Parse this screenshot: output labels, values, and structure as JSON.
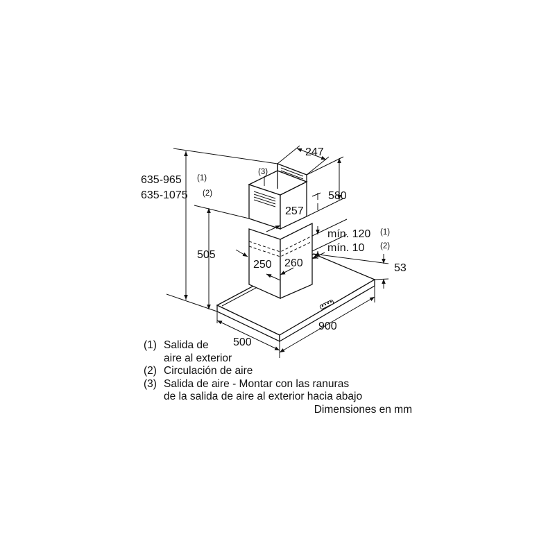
{
  "dimensions": {
    "height_range_1": "635-965",
    "height_range_1_ref": "(1)",
    "height_range_2": "635-1075",
    "height_range_2_ref": "(2)",
    "chimney_depth_top": "247",
    "chimney_height_upper": "580",
    "chimney_width_upper": "257",
    "hood_top_height": "505",
    "chimney_width_lower": "250",
    "chimney_depth_lower": "260",
    "gap_min_1": "mín. 120",
    "gap_min_1_ref": "(1)",
    "gap_min_2": "mín. 10",
    "gap_min_2_ref": "(2)",
    "canopy_thickness": "53",
    "width": "900",
    "depth": "500",
    "outlet_callout": "(3)"
  },
  "legend": [
    {
      "num": "(1)",
      "lines": [
        "Salida de",
        "aire al exterior"
      ]
    },
    {
      "num": "(2)",
      "lines": [
        "Circulación de aire"
      ]
    },
    {
      "num": "(3)",
      "lines": [
        "Salida de aire - Montar con las ranuras",
        "de la salida de aire al exterior hacia abajo"
      ]
    }
  ],
  "units_note": "Dimensiones en mm"
}
